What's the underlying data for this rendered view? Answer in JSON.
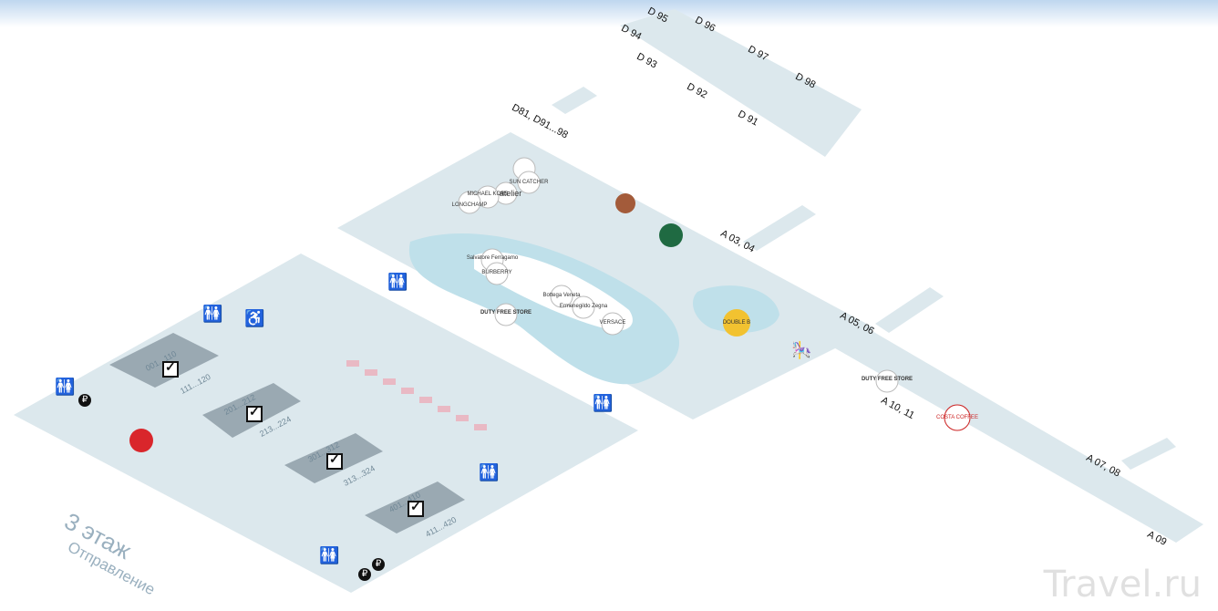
{
  "floor": {
    "title": "3 этаж",
    "subtitle": "Отправление"
  },
  "gates": {
    "d95": "D 95",
    "d96": "D 96",
    "d94": "D 94",
    "d93": "D 93",
    "d97": "D 97",
    "d98": "D 98",
    "d92": "D 92",
    "d91": "D 91",
    "d81": "D81, D91...98",
    "a0304": "A 03, 04",
    "a0506": "A 05, 06",
    "a1011": "A 10, 11",
    "a0708": "A 07, 08",
    "a09": "A 09"
  },
  "counters": {
    "c1": "001...110",
    "c2": "111...120",
    "c3": "201...212",
    "c4": "213...224",
    "c5": "301...312",
    "c6": "313...324",
    "c7": "401...410",
    "c8": "411...420"
  },
  "shops": {
    "s1": "SUN CATCHER",
    "s2": "MICHAEL KORS",
    "s3": "LONGCHAMP",
    "s4": "atelier",
    "s5": "Salvatore Ferragamo",
    "s6": "BURBERRY",
    "s7": "DUTY FREE STORE",
    "s8": "Bottega Veneta",
    "s9": "Ermenegildo Zegna",
    "s10": "VERSACE",
    "s11": "DUTY FREE STORE",
    "s12": "DOUBLE B",
    "s13": "COSTA COFFEE"
  },
  "colors": {
    "floor": "#dde9ee",
    "water": "#bfe0ea",
    "check": "#9aa9b2",
    "seats": "#e9b9c4",
    "starbucks": "#1f6a42"
  },
  "watermark": "Travel.ru"
}
